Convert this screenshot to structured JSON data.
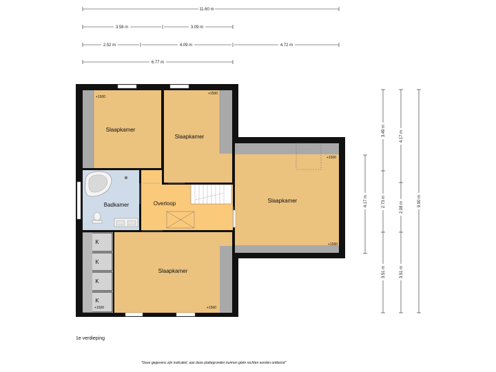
{
  "dimensions": {
    "top": {
      "total": "11.60 m",
      "row2": [
        "3.58 m",
        "3.09 m"
      ],
      "row3": [
        "2.52 m",
        "4.09 m",
        "4.72 m"
      ],
      "row4": "6.77 m"
    },
    "right": {
      "col1": [
        "3.49 m",
        "2.73 m",
        "3.51 m"
      ],
      "col2": [
        "4.17 m",
        "2.08 m",
        "3.51 m"
      ],
      "col3": "9.90 m",
      "col0": "4.17 m"
    }
  },
  "rooms": {
    "slaapkamer_1": "Slaapkamer",
    "slaapkamer_2": "Slaapkamer",
    "slaapkamer_3": "Slaapkamer",
    "slaapkamer_4": "Slaapkamer",
    "badkamer": "Badkamer",
    "overloop": "Overloop",
    "closets": [
      "K",
      "K",
      "K",
      "K"
    ]
  },
  "heights": {
    "h1": "+1500",
    "h2": "+1500",
    "h3": "+1500",
    "h4": "+1500",
    "h5": "+1500",
    "h6": "+1500"
  },
  "floor_label": "1e verdieping",
  "disclaimer": "\"Deze gegevens zijn indicatief, aan deze plattegronden kunnen géén rechten worden ontleend\"",
  "colors": {
    "wall": "#111111",
    "room": "#ecc27f",
    "overloop": "#fbc97a",
    "bathroom": "#cfdbe8",
    "slope": "#a9a9a9",
    "closet": "#d4d4d4"
  }
}
